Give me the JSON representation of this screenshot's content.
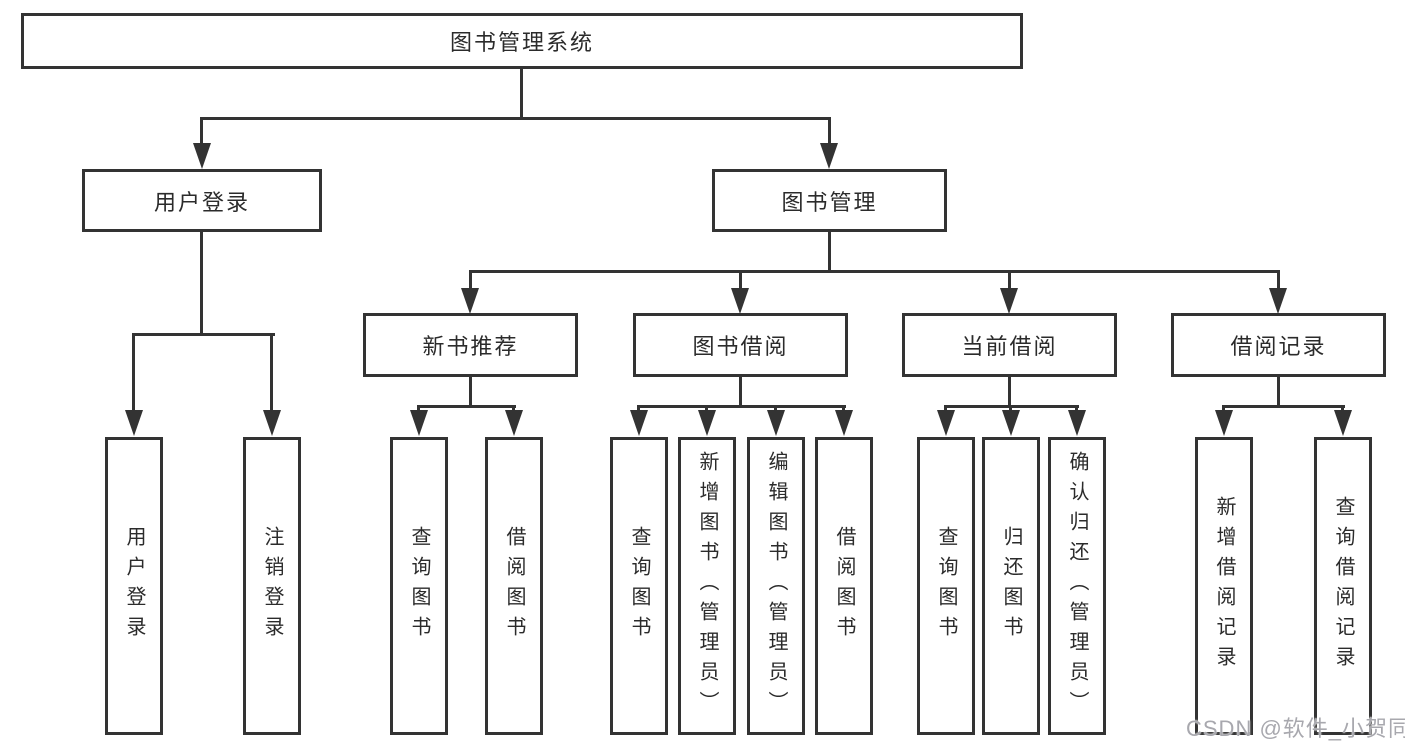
{
  "diagram": {
    "root": {
      "label": "图书管理系统"
    },
    "level2": [
      {
        "label": "用户登录"
      },
      {
        "label": "图书管理"
      }
    ],
    "level3": [
      {
        "label": "新书推荐"
      },
      {
        "label": "图书借阅"
      },
      {
        "label": "当前借阅"
      },
      {
        "label": "借阅记录"
      }
    ],
    "leaves": {
      "user_login": [
        "用户登录",
        "注销登录"
      ],
      "new_book_recommend": [
        "查询图书",
        "借阅图书"
      ],
      "book_borrowing": [
        "查询图书",
        "新增图书（管理员）",
        "编辑图书（管理员）",
        "借阅图书"
      ],
      "current_borrowing": [
        "查询图书",
        "归还图书",
        "确认归还（管理员）"
      ],
      "borrowing_records": [
        "新增借阅记录",
        "查询借阅记录"
      ]
    }
  },
  "watermark": "CSDN @软件_小贺同学",
  "colors": {
    "line": "#333333",
    "text": "#2b2b2b",
    "watermark": "#a8a8ae",
    "background": "#ffffff"
  }
}
